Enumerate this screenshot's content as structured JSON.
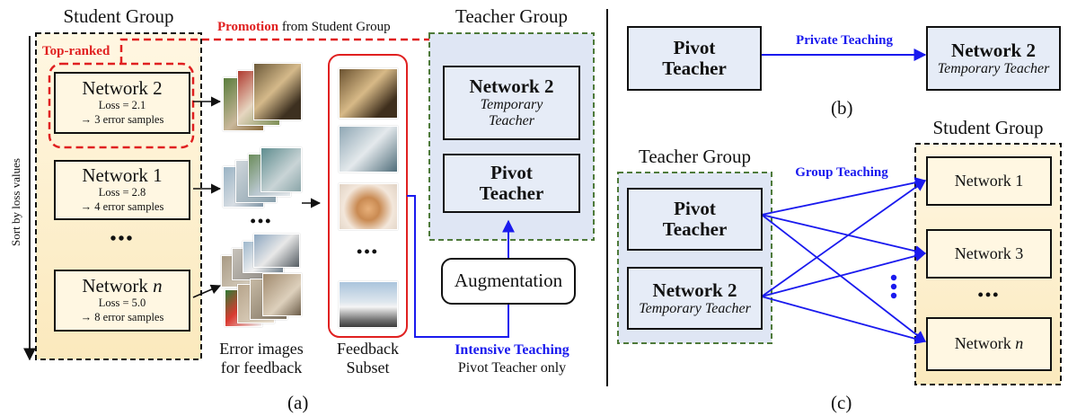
{
  "panel_a": {
    "student_group_title": "Student Group",
    "sort_label": "Sort by loss values",
    "top_ranked": "Top-ranked",
    "promotion_bold": "Promotion",
    "promotion_rest": " from Student Group",
    "networks": [
      {
        "name": "Network 2",
        "loss": "Loss = 2.1",
        "errors": "→ 3 error samples"
      },
      {
        "name": "Network 1",
        "loss": "Loss = 2.8",
        "errors": "→ 4 error samples"
      },
      {
        "name": "Network ",
        "name_italic": "n",
        "loss": "Loss = 5.0",
        "errors": "→ 8 error samples"
      }
    ],
    "ellipsis": "•••",
    "error_images_caption": [
      "Error images",
      "for feedback"
    ],
    "feedback_caption": [
      "Feedback",
      "Subset"
    ],
    "teacher_group_title": "Teacher Group",
    "teacher_net2_name": "Network 2",
    "teacher_net2_sub": [
      "Temporary",
      "Teacher"
    ],
    "pivot_teacher": [
      "Pivot",
      "Teacher"
    ],
    "augmentation": "Augmentation",
    "intensive_label": "Intensive Teaching",
    "intensive_sub": "Pivot Teacher only",
    "caption": "(a)"
  },
  "panel_b": {
    "pivot_teacher": [
      "Pivot",
      "Teacher"
    ],
    "private_label": "Private Teaching",
    "net2_name": "Network 2",
    "net2_sub": "Temporary Teacher",
    "caption": "(b)"
  },
  "panel_c": {
    "teacher_group_title": "Teacher Group",
    "pivot_teacher": [
      "Pivot",
      "Teacher"
    ],
    "net2_name": "Network 2",
    "net2_sub": "Temporary Teacher",
    "group_label": "Group Teaching",
    "student_group_title": "Student Group",
    "students": [
      "Network 1",
      "Network 3",
      "Network "
    ],
    "student_n_italic": "n",
    "ellipsis": "•••",
    "caption": "(c)"
  },
  "colors": {
    "student_fill": "#fdf1d3",
    "teacher_fill": "#dfe6f4",
    "teacher_border": "#4e7a3a",
    "arrow_blue": "#1a1aee",
    "promo_red": "#e02020"
  }
}
